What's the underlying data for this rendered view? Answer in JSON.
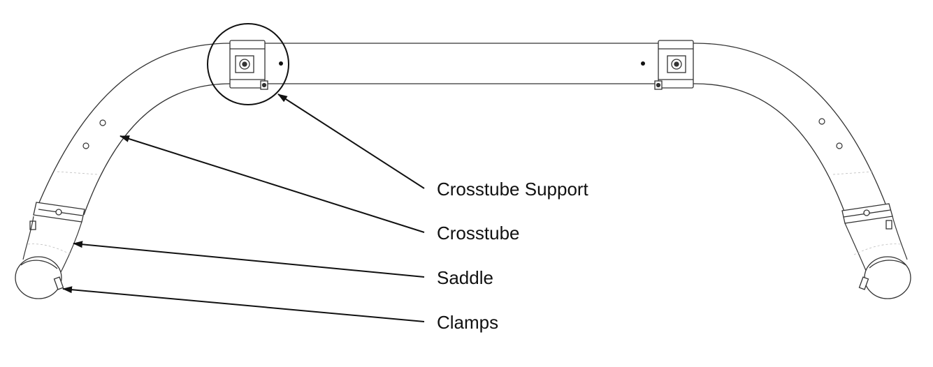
{
  "diagram": {
    "callouts": [
      {
        "id": "crosstube-support",
        "label": "Crosstube Support"
      },
      {
        "id": "crosstube",
        "label": "Crosstube"
      },
      {
        "id": "saddle",
        "label": "Saddle"
      },
      {
        "id": "clamps",
        "label": "Clamps"
      }
    ],
    "colors": {
      "line": "#1a1a1a",
      "fill": "#ffffff",
      "background": "#ffffff"
    }
  }
}
